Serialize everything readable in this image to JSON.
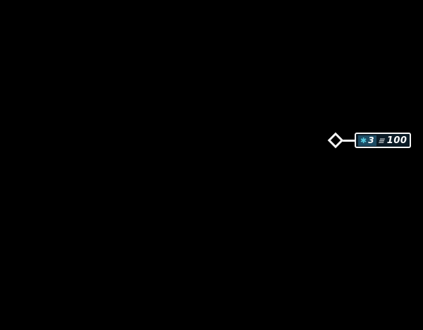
{
  "scene": {
    "background_color": "#000000"
  },
  "marker": {
    "gear_count": "3",
    "value": "100"
  },
  "icons": {
    "gear_glyph": "✱",
    "elevation_glyph": "≡",
    "diamond": "diamond-outline-marker"
  },
  "colors": {
    "badge_background": "#0b1b26",
    "badge_border": "#f5f5f5",
    "count_box_background": "#1d4b63",
    "gear_icon": "#57cde2",
    "text": "#ffffff"
  }
}
